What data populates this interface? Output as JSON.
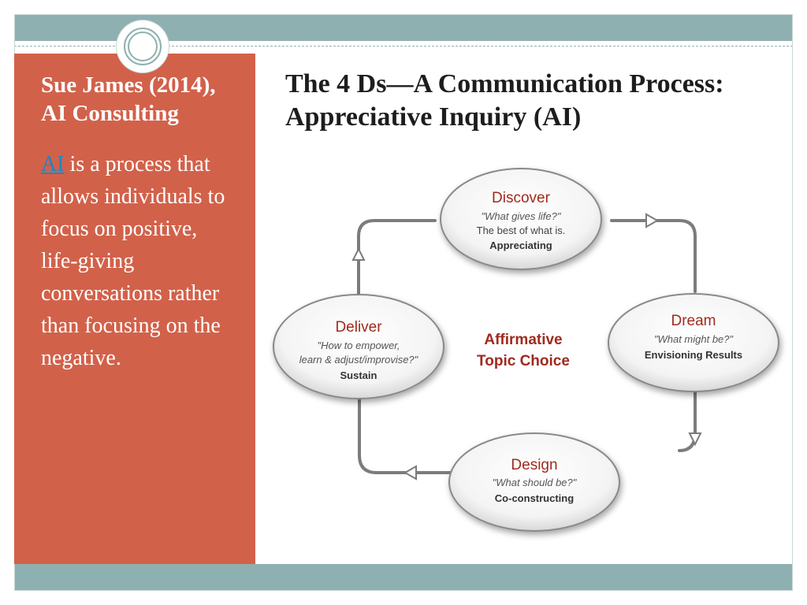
{
  "sidebar": {
    "title": "Sue James (2014), AI Consulting",
    "link_text": "AI",
    "body_text": " is a process that allows individuals to focus on positive, life-giving conversations rather than focusing on the negative."
  },
  "slide": {
    "title": "The 4 Ds—A Communication Process: Appreciative Inquiry (AI)"
  },
  "diagram": {
    "center": {
      "line1": "Affirmative",
      "line2": "Topic Choice"
    },
    "stages": {
      "discover": {
        "name": "Discover",
        "question": "\"What gives life?\"",
        "detail": "The best of what is.",
        "action": "Appreciating"
      },
      "dream": {
        "name": "Dream",
        "question": "\"What might be?\"",
        "action": "Envisioning Results"
      },
      "design": {
        "name": "Design",
        "question": "\"What should be?\"",
        "action": "Co-constructing"
      },
      "deliver": {
        "name": "Deliver",
        "question_line1": "\"How to empower,",
        "question_line2": "learn & adjust/improvise?\"",
        "action": "Sustain"
      }
    },
    "colors": {
      "stage_name": "#a02a1e",
      "center_text": "#a02a1e",
      "loop": "#7c7c7c"
    }
  }
}
